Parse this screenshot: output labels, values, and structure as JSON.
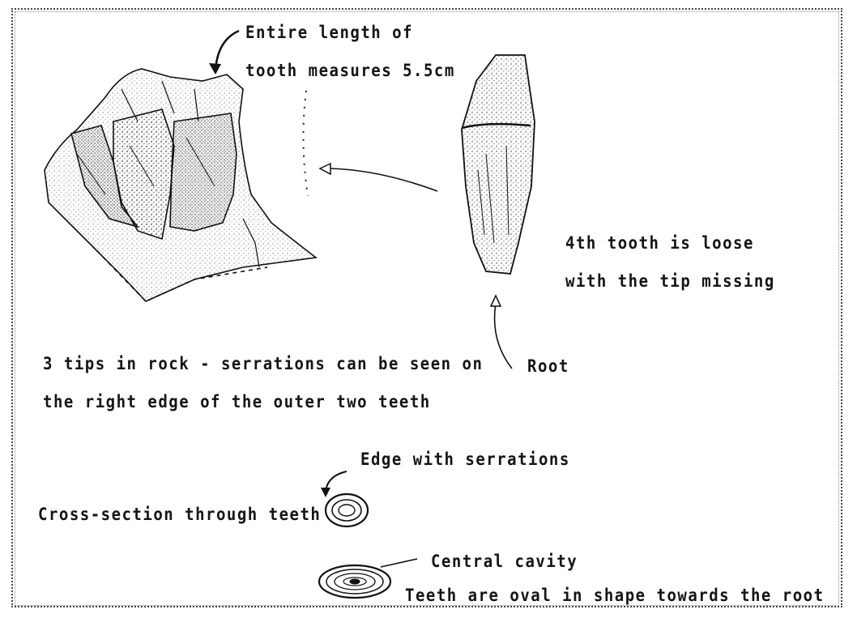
{
  "labels": {
    "length_line1": "Entire length of",
    "length_line2": "tooth measures 5.5cm",
    "loose_line1": "4th tooth is loose",
    "loose_line2": "with the tip missing",
    "root": "Root",
    "tips_line1": "3 tips in rock - serrations can be seen on",
    "tips_line2": "the right edge of the outer two teeth",
    "edge_serrations": "Edge with serrations",
    "cross_section": "Cross-section through teeth",
    "central_cavity": "Central cavity",
    "oval_shape": "Teeth are oval in shape towards the root"
  }
}
